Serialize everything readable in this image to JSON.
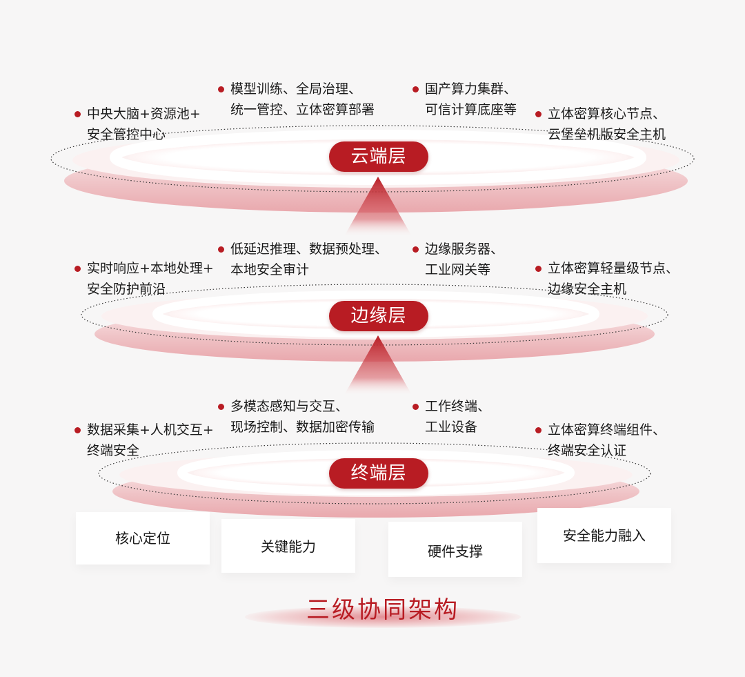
{
  "tiers": [
    {
      "badge": "云端层",
      "notes": [
        {
          "lines": [
            "中央大脑+资源池+",
            "安全管控中心"
          ]
        },
        {
          "lines": [
            "模型训练、全局治理、",
            "统一管控、立体密算部署"
          ]
        },
        {
          "lines": [
            "国产算力集群、",
            "可信计算底座等"
          ]
        },
        {
          "lines": [
            "立体密算核心节点、",
            "云堡垒机版安全主机"
          ]
        }
      ]
    },
    {
      "badge": "边缘层",
      "notes": [
        {
          "lines": [
            "实时响应+本地处理+",
            "安全防护前沿"
          ]
        },
        {
          "lines": [
            "低延迟推理、数据预处理、",
            "本地安全审计"
          ]
        },
        {
          "lines": [
            "边缘服务器、",
            "工业网关等"
          ]
        },
        {
          "lines": [
            "立体密算轻量级节点、",
            "边缘安全主机"
          ]
        }
      ]
    },
    {
      "badge": "终端层",
      "notes": [
        {
          "lines": [
            "数据采集+人机交互+",
            "终端安全"
          ]
        },
        {
          "lines": [
            "多模态感知与交互、",
            "现场控制、数据加密传输"
          ]
        },
        {
          "lines": [
            "工作终端、",
            "工业设备"
          ]
        },
        {
          "lines": [
            "立体密算终端组件、",
            "终端安全认证"
          ]
        }
      ]
    }
  ],
  "columns": [
    "核心定位",
    "关键能力",
    "硬件支撑",
    "安全能力融入"
  ],
  "title": "三级协同架构",
  "colors": {
    "accent": "#b81c23",
    "ring_pink": "#f0c4c6",
    "background": "#f7f6f6"
  }
}
